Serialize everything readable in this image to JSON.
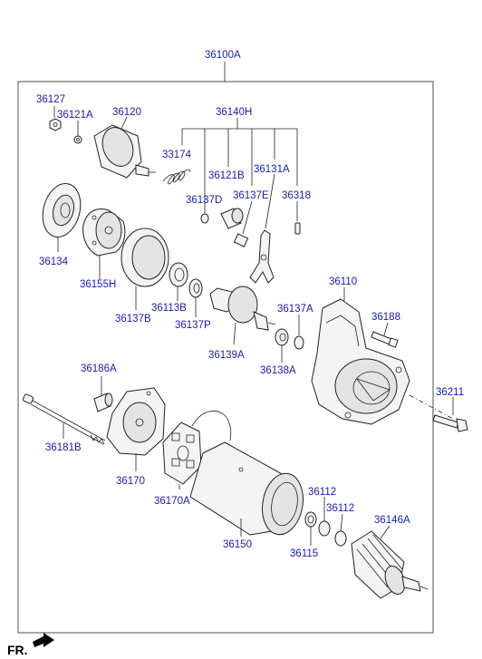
{
  "assembly_label": "36100A",
  "part_labels": {
    "p36127": "36127",
    "p36121A": "36121A",
    "p36120": "36120",
    "p36140H": "36140H",
    "p33174": "33174",
    "p36121B": "36121B",
    "p36131A": "36131A",
    "p36137D": "36137D",
    "p36137E": "36137E",
    "p36318": "36318",
    "p36134": "36134",
    "p36155H": "36155H",
    "p36137B": "36137B",
    "p36113B": "36113B",
    "p36137P": "36137P",
    "p36110": "36110",
    "p36137A": "36137A",
    "p36188": "36188",
    "p36139A": "36139A",
    "p36138A": "36138A",
    "p36211": "36211",
    "p36186A": "36186A",
    "p36181B": "36181B",
    "p36170": "36170",
    "p36170A": "36170A",
    "p36150": "36150",
    "p36112a": "36112",
    "p36112b": "36112",
    "p36146A": "36146A",
    "p36115": "36115"
  },
  "footer": {
    "direction_label": "FR."
  },
  "icons": {
    "front_arrow": "front-direction-arrow-icon"
  }
}
